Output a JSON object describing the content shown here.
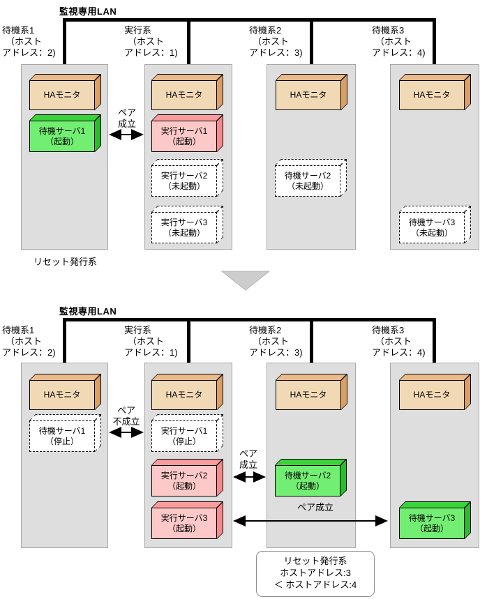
{
  "title_lan": "監視専用LAN",
  "ha_monitor_label": "HAモニタ",
  "hosts": [
    {
      "lines": [
        "待機系1",
        "（ホスト",
        "アドレス：2)"
      ]
    },
    {
      "lines": [
        "実行系",
        "（ホスト",
        "アドレス：1)"
      ]
    },
    {
      "lines": [
        "待機系2",
        "（ホスト",
        "アドレス：3)"
      ]
    },
    {
      "lines": [
        "待機系3",
        "（ホスト",
        "アドレス：4)"
      ]
    }
  ],
  "top": {
    "standby1": {
      "name": "待機サーバ1",
      "status": "（起動）"
    },
    "exec1": {
      "name": "実行サーバ1",
      "status": "（起動）"
    },
    "exec2": {
      "name": "実行サーバ2",
      "status": "（未起動）"
    },
    "exec3": {
      "name": "実行サーバ3",
      "status": "（未起動）"
    },
    "standby2": {
      "name": "待機サーバ2",
      "status": "（未起動）"
    },
    "standby3": {
      "name": "待機サーバ3",
      "status": "（未起動）"
    },
    "pair": {
      "line1": "ペア",
      "line2": "成立"
    },
    "reset_note": "リセット発行系"
  },
  "bottom": {
    "standby1": {
      "name": "待機サーバ1",
      "status": "（停止）"
    },
    "exec1": {
      "name": "実行サーバ1",
      "status": "（停止）"
    },
    "exec2": {
      "name": "実行サーバ2",
      "status": "（起動）"
    },
    "exec3": {
      "name": "実行サーバ3",
      "status": "（起動）"
    },
    "standby2": {
      "name": "待機サーバ2",
      "status": "（起動）"
    },
    "standby3": {
      "name": "待機サーバ3",
      "status": "（起動）"
    },
    "pair_fail": {
      "line1": "ペア",
      "line2": "不成立"
    },
    "pair2": {
      "line1": "ペア",
      "line2": "成立"
    },
    "pair3": "ペア成立",
    "note": {
      "line1": "リセット発行系",
      "line2": "ホストアドレス:3",
      "line3": "＜ ホストアドレス:4"
    }
  },
  "colors": {
    "panel_gray": "#dedede",
    "ha_monitor_tan": "#f2d9b5",
    "ha_monitor_tan_dark": "#db9f63",
    "standby_green": "#72ef72",
    "standby_green_dark": "#2abc2a",
    "exec_pink": "#fdc8c8",
    "exec_pink_dark": "#f68a8a",
    "lan_line": "#000000"
  }
}
